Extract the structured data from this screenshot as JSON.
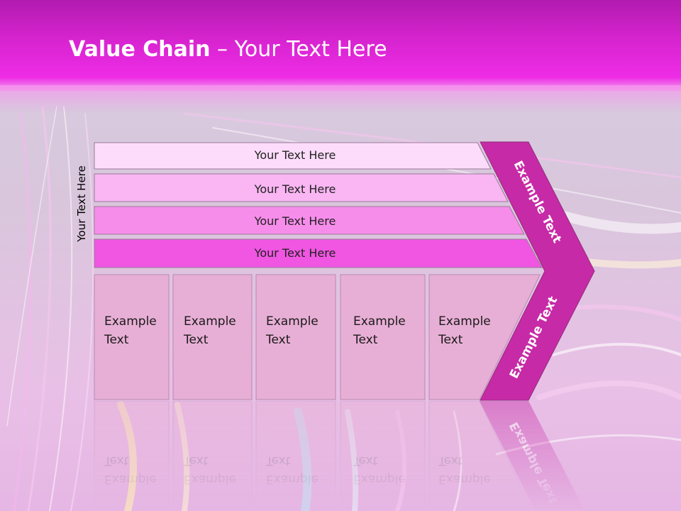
{
  "slide": {
    "title_bold": "Value Chain",
    "title_rest": " – Your Text Here"
  },
  "side_label": "Your Text Here",
  "support_bars": [
    {
      "label": "Your Text Here",
      "color": "#fcdcfa"
    },
    {
      "label": "Your Text Here",
      "color": "#f9b6f3"
    },
    {
      "label": "Your Text Here",
      "color": "#f78deb"
    },
    {
      "label": "Your Text Here",
      "color": "#f056e2"
    }
  ],
  "primary_boxes": [
    {
      "line1": "Example",
      "line2": "Text"
    },
    {
      "line1": "Example",
      "line2": "Text"
    },
    {
      "line1": "Example",
      "line2": "Text"
    },
    {
      "line1": "Example",
      "line2": "Text"
    },
    {
      "line1": "Example",
      "line2": "Text"
    }
  ],
  "arrow": {
    "upper_label": "Example Text",
    "lower_label": "Example Text",
    "color": "#c72aa6"
  },
  "colors": {
    "title_bar": "#d824d0",
    "box_fill": "#e8afd6",
    "box_stroke": "#b88ab0"
  }
}
